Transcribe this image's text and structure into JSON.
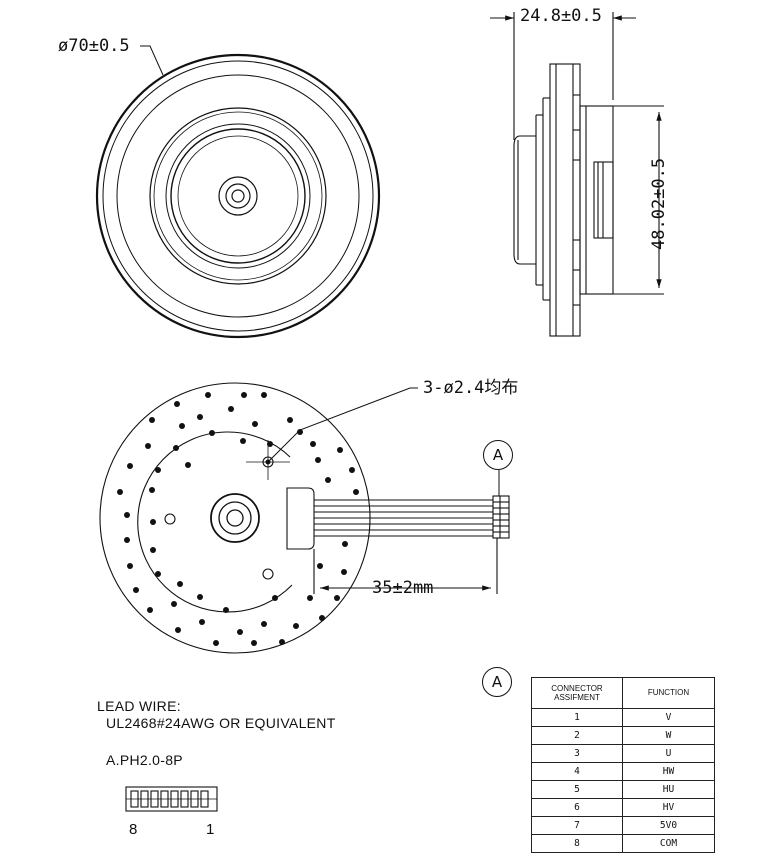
{
  "dimensions": {
    "outer_diameter": "ø70±0.5",
    "height": "24.8±0.5",
    "side_diameter": "48.02±0.5",
    "holes": "3-ø2.4均布",
    "lead_length": "35±2mm"
  },
  "detail_marker": "A",
  "lead_wire": {
    "heading": "LEAD WIRE:",
    "spec": "UL2468#24AWG OR EQUIVALENT"
  },
  "connector": {
    "model": "A.PH2.0-8P",
    "pin_left": "8",
    "pin_right": "1"
  },
  "connector_table": {
    "header_col1": "CONNECTOR ASSIFMENT",
    "header_col2": "FUNCTION",
    "rows": [
      {
        "pin": "1",
        "function": "V"
      },
      {
        "pin": "2",
        "function": "W"
      },
      {
        "pin": "3",
        "function": "U"
      },
      {
        "pin": "4",
        "function": "HW"
      },
      {
        "pin": "5",
        "function": "HU"
      },
      {
        "pin": "6",
        "function": "HV"
      },
      {
        "pin": "7",
        "function": "5V0"
      },
      {
        "pin": "8",
        "function": "COM"
      }
    ]
  }
}
